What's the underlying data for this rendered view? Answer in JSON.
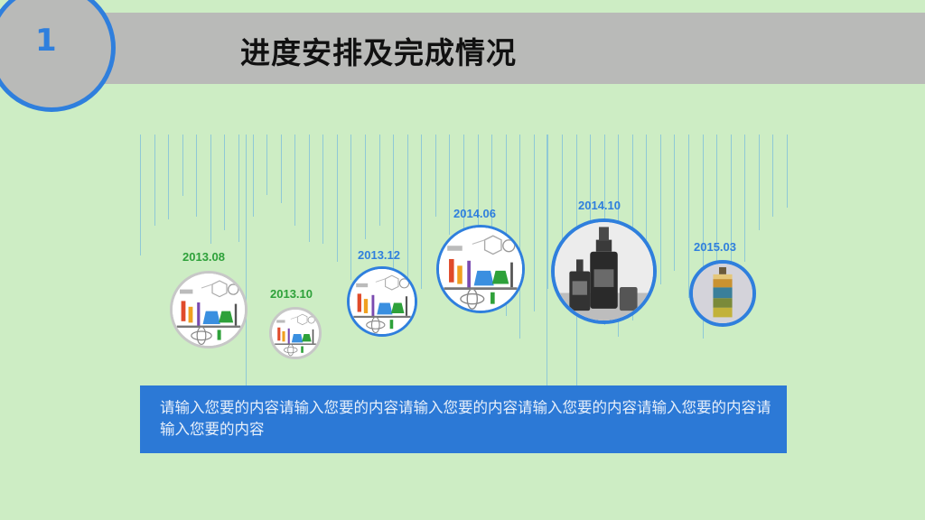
{
  "slide_number": "1",
  "title": "进度安排及完成情况",
  "milestones": [
    {
      "date": "2013.08",
      "image": "lab-equipment-icon"
    },
    {
      "date": "2013.10",
      "image": "lab-equipment-icon"
    },
    {
      "date": "2013.12",
      "image": "lab-equipment-icon"
    },
    {
      "date": "2014.06",
      "image": "lab-equipment-icon"
    },
    {
      "date": "2014.10",
      "image": "bottles-photo"
    },
    {
      "date": "2015.03",
      "image": "bottle-photo"
    }
  ],
  "description": "请输入您要的内容请输入您要的内容请输入您要的内容请输入您要的内容请输入您要的内容请输入您要的内容",
  "colors": {
    "background": "#cdedc4",
    "accent": "#2f7fdd",
    "title_bar": "#b9bab8",
    "green_date": "#2ea13a",
    "text_box": "#2c79d6"
  }
}
